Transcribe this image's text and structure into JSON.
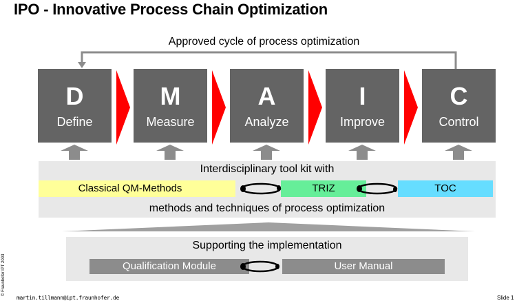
{
  "title": "IPO - Innovative Process Chain Optimization",
  "cycle_label": "Approved cycle of process optimization",
  "phases": [
    {
      "letter": "D",
      "word": "Define"
    },
    {
      "letter": "M",
      "word": "Measure"
    },
    {
      "letter": "A",
      "word": "Analyze"
    },
    {
      "letter": "I",
      "word": "Improve"
    },
    {
      "letter": "C",
      "word": "Control"
    }
  ],
  "toolkit": {
    "title": "Interdisciplinary tool kit with",
    "bands": [
      "Classical QM-Methods",
      "TRIZ",
      "TOC"
    ],
    "footer": "methods and techniques of process optimization"
  },
  "support": {
    "title": "Supporting the implementation",
    "bands": [
      "Qualification Module",
      "User Manual"
    ]
  },
  "footer": {
    "email": "martin.tillmann@ipt.fraunhofer.de",
    "slide": "Slide 1",
    "copyright": "© Fraunhofer IPT 2003"
  },
  "colors": {
    "phase_box": "#646464",
    "chevron": "#ff0000",
    "arrow_gray": "#8c8c8c",
    "qm_band": "#ffff99",
    "triz_band": "#66ee99",
    "toc_band": "#66ddff",
    "panel": "#e8e8e8"
  }
}
